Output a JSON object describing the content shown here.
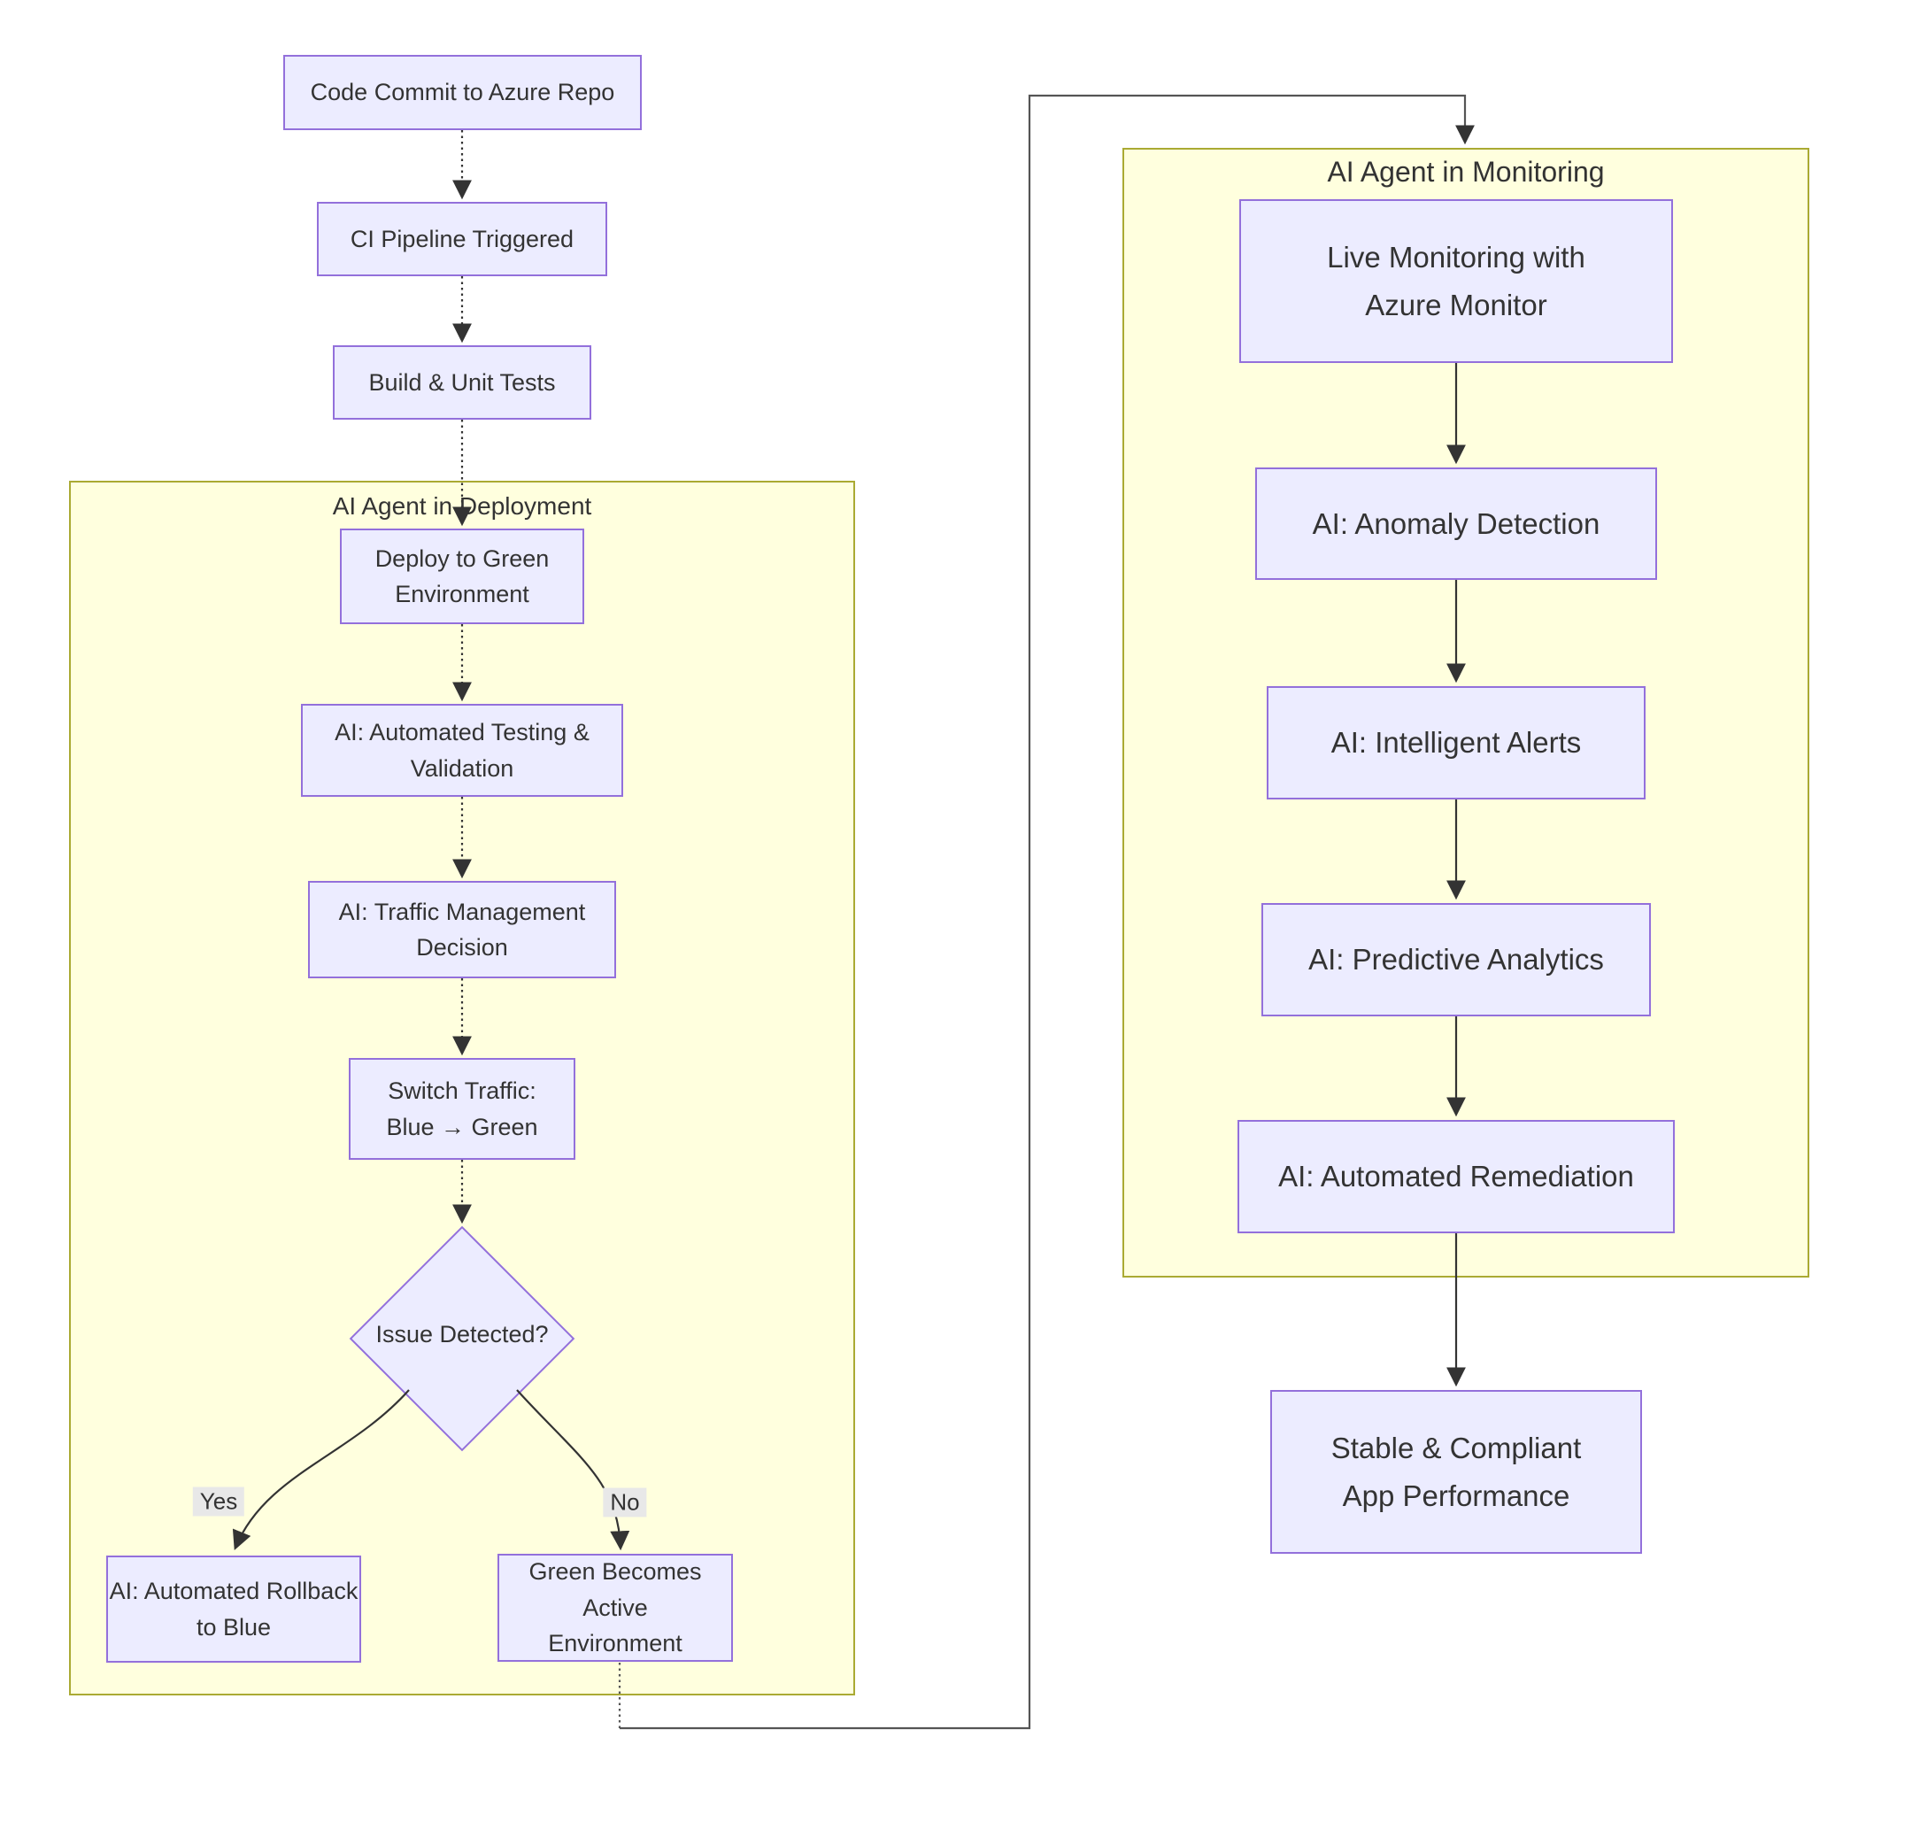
{
  "clusters": {
    "deployment": {
      "title": "AI Agent in Deployment"
    },
    "monitoring": {
      "title": "AI Agent in Monitoring"
    }
  },
  "nodes": {
    "code_commit": {
      "label": "Code Commit to Azure Repo"
    },
    "ci_pipeline": {
      "label": "CI Pipeline Triggered"
    },
    "build_tests": {
      "label": "Build & Unit Tests"
    },
    "deploy_green": {
      "label": "Deploy to Green\nEnvironment"
    },
    "ai_testing": {
      "label": "AI: Automated Testing &\nValidation"
    },
    "ai_traffic": {
      "label": "AI: Traffic Management\nDecision"
    },
    "switch_traffic": {
      "label": "Switch Traffic:\nBlue → Green"
    },
    "issue_detected": {
      "label": "Issue Detected?"
    },
    "ai_rollback": {
      "label": "AI: Automated Rollback\nto Blue"
    },
    "green_active": {
      "label": "Green Becomes Active\nEnvironment"
    },
    "live_monitoring": {
      "label": "Live Monitoring with\nAzure Monitor"
    },
    "ai_anomaly": {
      "label": "AI: Anomaly Detection"
    },
    "ai_alerts": {
      "label": "AI: Intelligent Alerts"
    },
    "ai_predictive": {
      "label": "AI: Predictive Analytics"
    },
    "ai_remediation": {
      "label": "AI: Automated Remediation"
    },
    "stable_app": {
      "label": "Stable & Compliant\nApp Performance"
    }
  },
  "edge_labels": {
    "yes": "Yes",
    "no": "No"
  },
  "colors": {
    "node_fill": "#ECECFF",
    "node_border": "#9370DB",
    "cluster_fill": "#FFFFDE",
    "cluster_border": "#AAAA33",
    "edge": "#333333",
    "connector": "#555555",
    "text": "#333333",
    "edge_label_bg": "#E8E8E8"
  }
}
